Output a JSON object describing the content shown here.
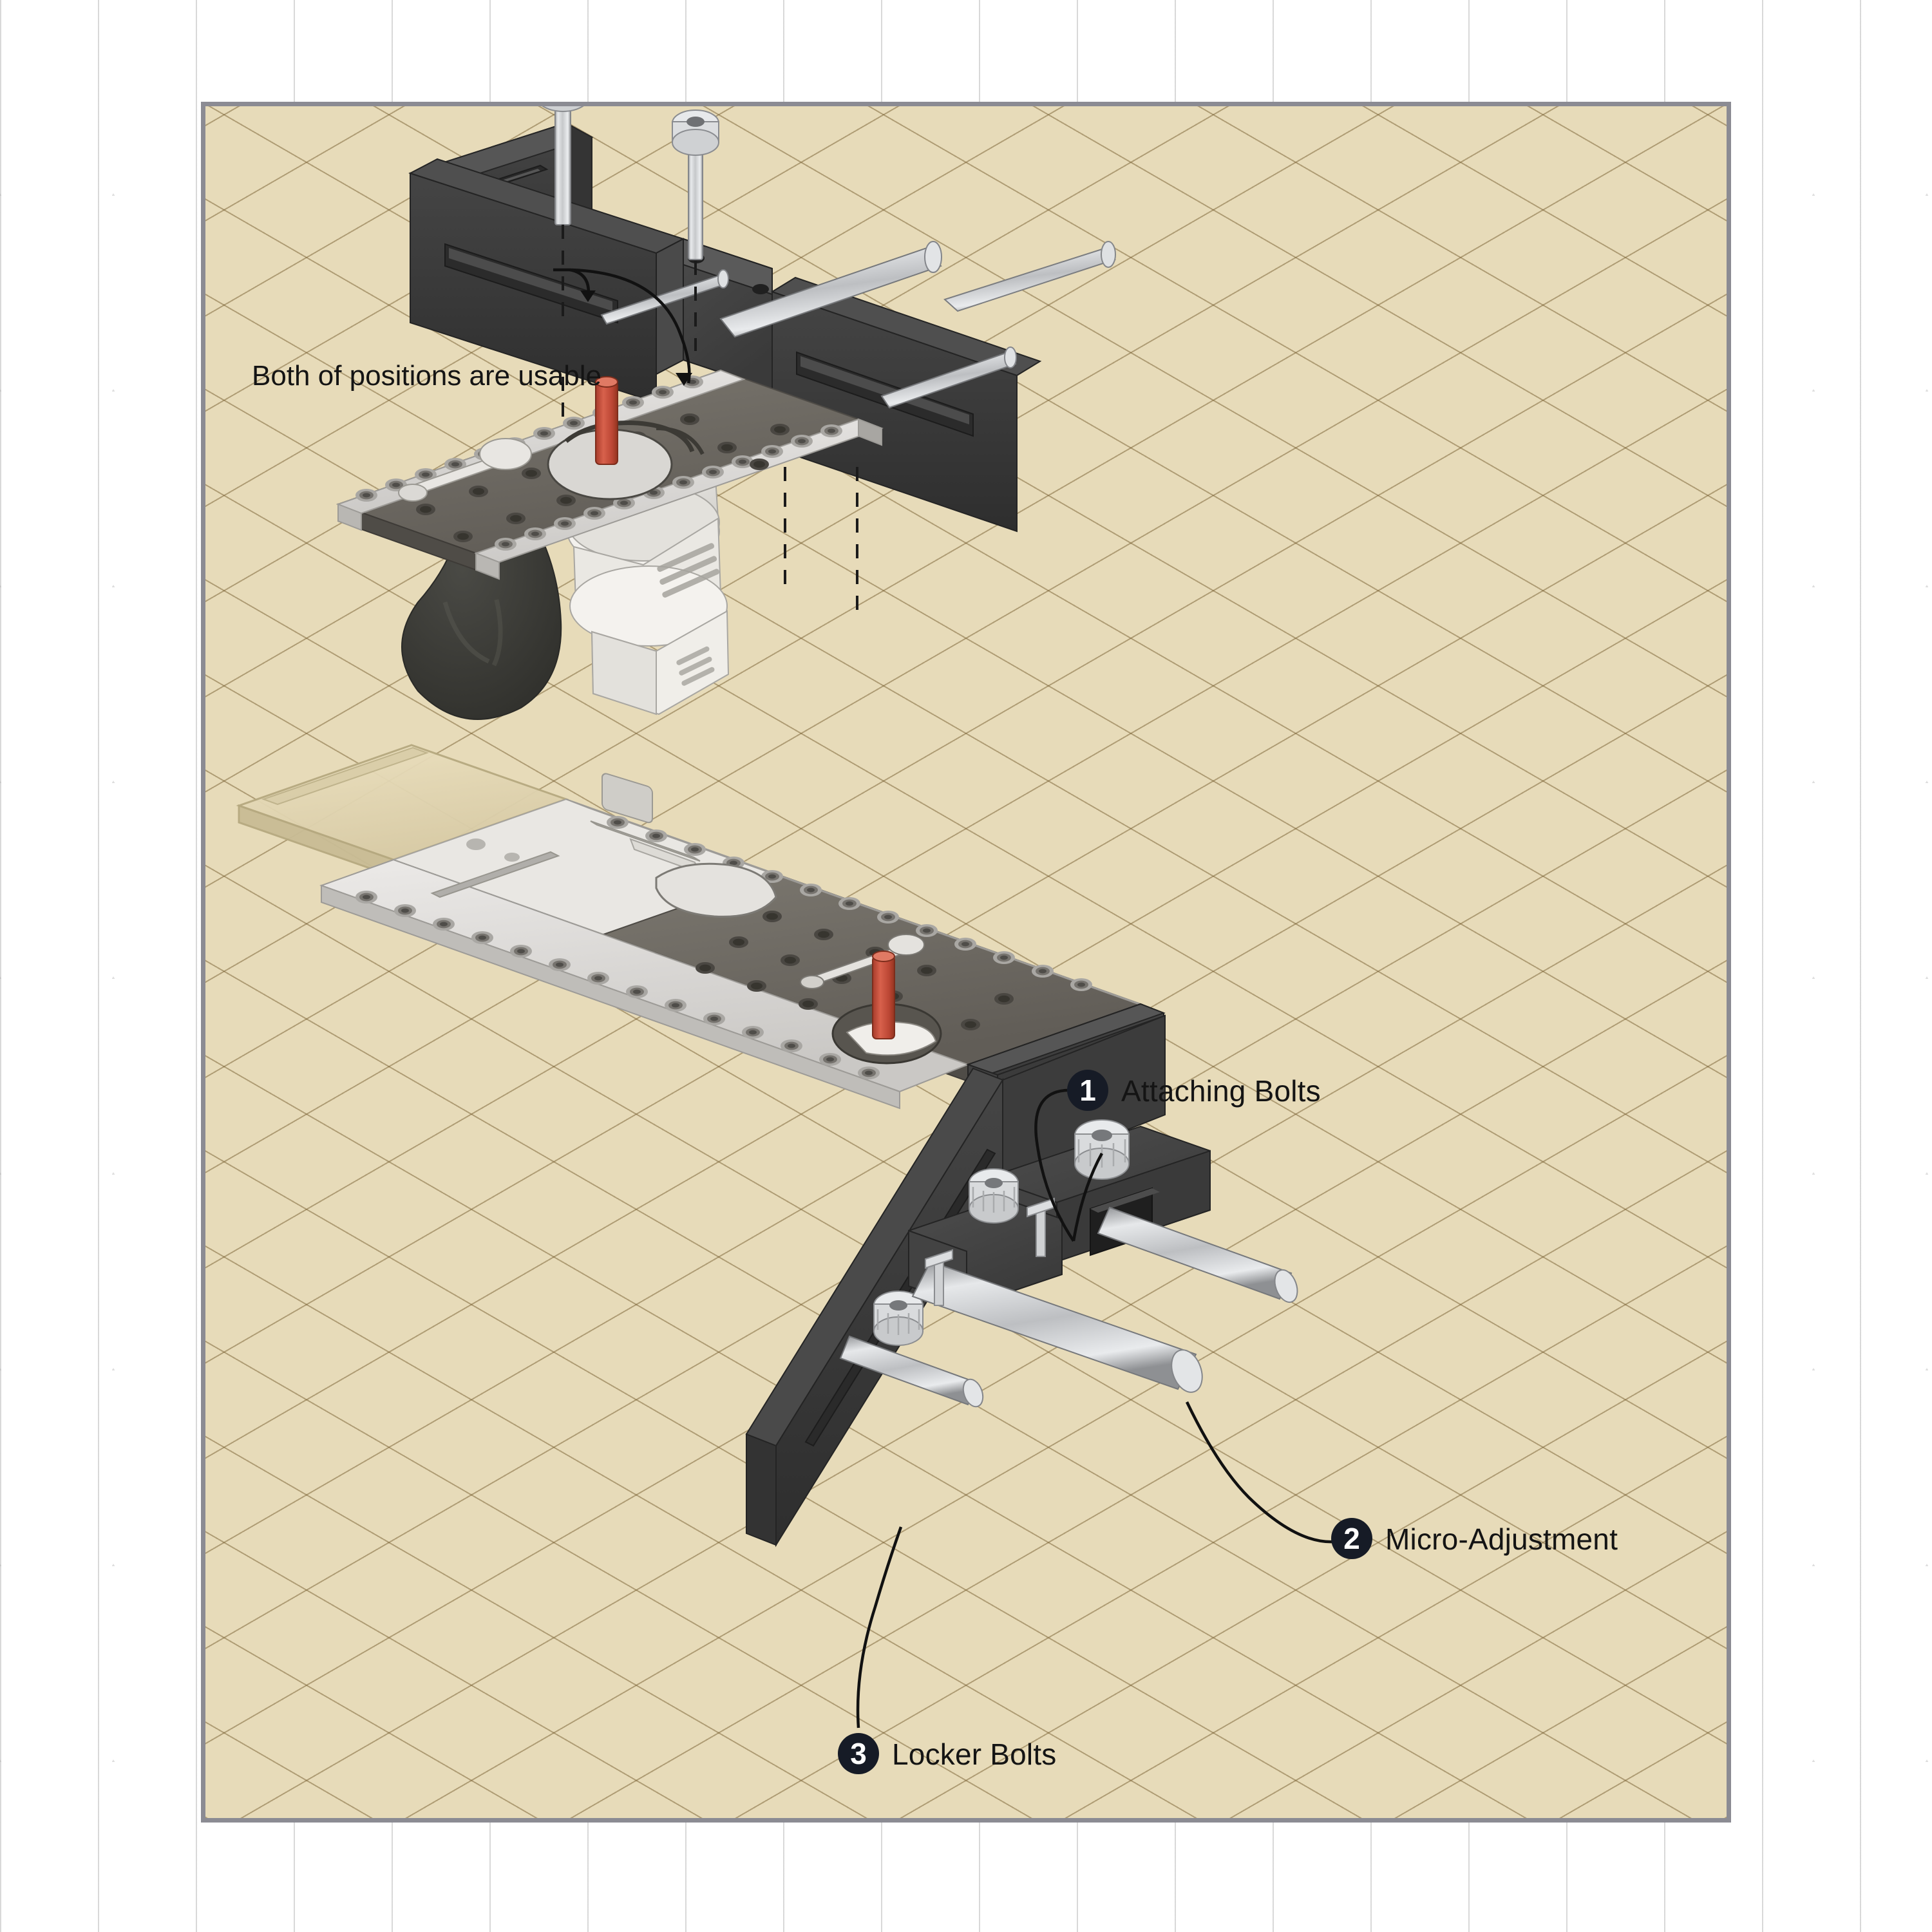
{
  "illustration": {
    "kind": "exploded-assembly-diagram",
    "subject": "Router fence / edge-guide base plate assembly",
    "panel": {
      "background_color": "#e7dbb9",
      "border_color": "#8b8b93",
      "grid_color": "#7a5f32"
    },
    "outer_background": {
      "color": "#ffffff",
      "grid_color": "#aaaaaa",
      "pattern": "isometric"
    }
  },
  "annotations": {
    "note": {
      "text": "Both of positions are usable",
      "leader_count": 2
    },
    "callouts": [
      {
        "number": "1",
        "label": "Attaching Bolts"
      },
      {
        "number": "2",
        "label": "Micro-Adjustment"
      },
      {
        "number": "3",
        "label": "Locker Bolts"
      }
    ]
  },
  "parts": {
    "fence_body": {
      "name": "Fence Body",
      "color": "#3e3e3e"
    },
    "base_plate_deck": {
      "name": "Base Plate Deck",
      "color": "#6e6a63"
    },
    "base_plate_rails": {
      "name": "Perforated Rails",
      "color": "#d8d8d6"
    },
    "index_pin": {
      "name": "Index Pin",
      "color": "#c8503c"
    },
    "cap_bolts": {
      "name": "Socket Head Cap Bolts",
      "color": "#c9cacc"
    },
    "guide_rods": {
      "name": "Guide Rods",
      "color": "#c0c2c4"
    },
    "knurled_knobs": {
      "name": "Knurled Locker Knobs",
      "color": "#d5d6d8"
    },
    "router": {
      "name": "Cordless Trim Router",
      "color": "#eceae6"
    },
    "battery": {
      "name": "Battery Pack",
      "color": "#e7e5e1"
    },
    "dust_shroud": {
      "name": "Dust Shroud",
      "color": "#3a3a36"
    },
    "ghost_extension": {
      "name": "Ghosted Plate Extension",
      "color": "#ded2b0"
    }
  },
  "colors": {
    "dark_metal": "#3e3e3e",
    "mid_metal": "#6e6a63",
    "light_metal": "#d8d8d6",
    "accent_red": "#c8503c",
    "badge": "#161b26",
    "text": "#141414"
  }
}
